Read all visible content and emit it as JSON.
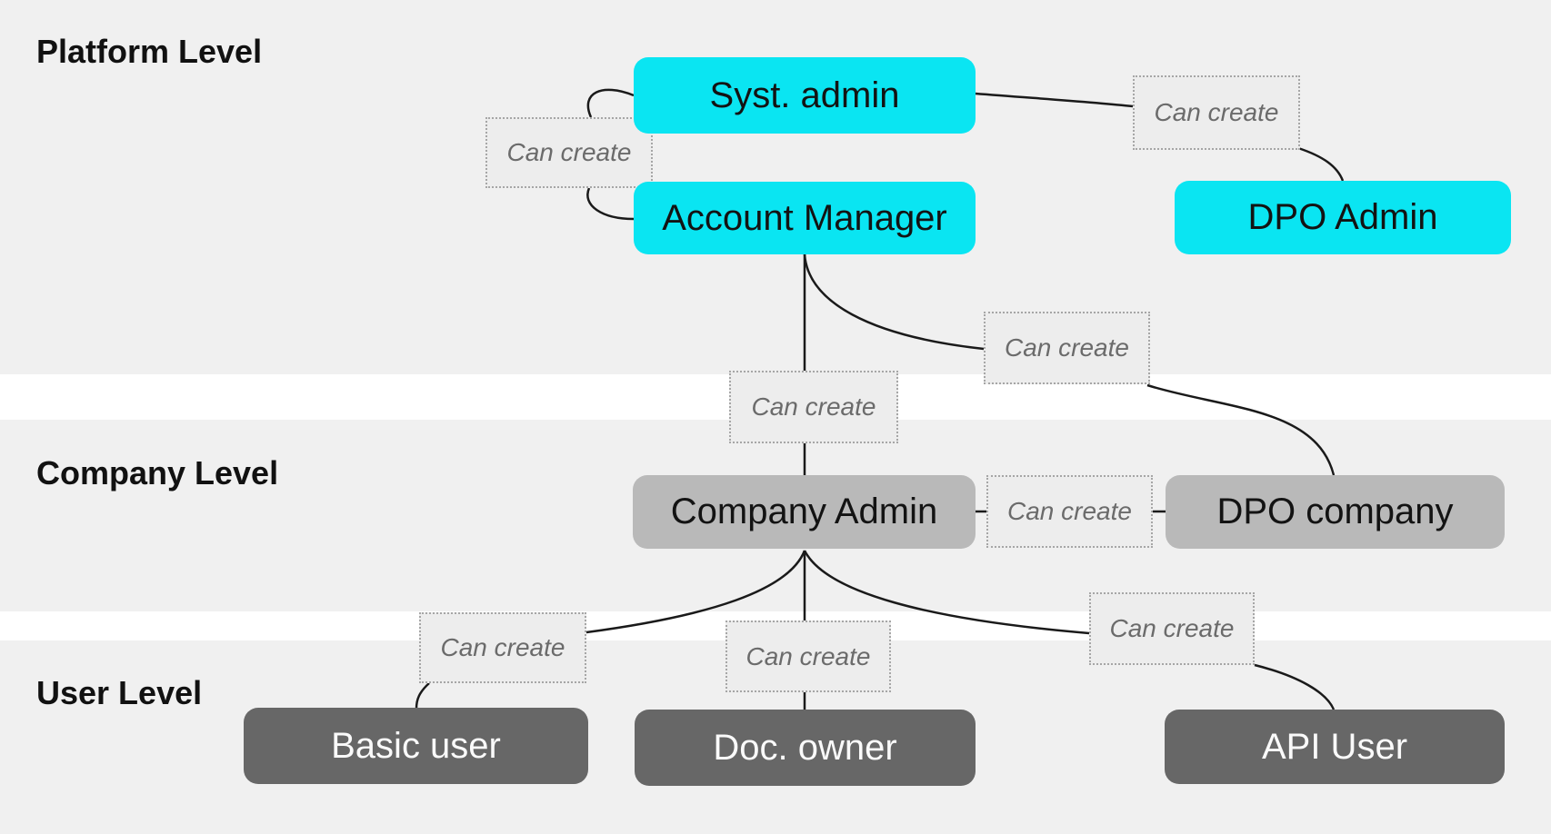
{
  "levels": {
    "platform": "Platform Level",
    "company": "Company Level",
    "user": "User Level"
  },
  "nodes": {
    "syst_admin": "Syst. admin",
    "account_manager": "Account Manager",
    "dpo_admin": "DPO Admin",
    "company_admin": "Company Admin",
    "dpo_company": "DPO company",
    "basic_user": "Basic user",
    "doc_owner": "Doc. owner",
    "api_user": "API User"
  },
  "edge_label": "Can create",
  "colors": {
    "platform_node_fill": "#0ae5f2",
    "company_node_fill": "#b9b9b9",
    "user_node_fill": "#676767",
    "user_node_text": "#fafafa",
    "band_fill": "#f0f0f0",
    "gap_fill": "#ffffff",
    "edge_label_fill": "#ededed",
    "edge_label_border": "#a6a6a6",
    "edge_label_text": "#6b6b6b",
    "connector_line": "#1a1a1a",
    "heading_text": "#111111",
    "node_text": "#131313"
  }
}
